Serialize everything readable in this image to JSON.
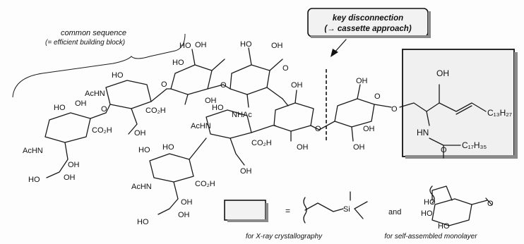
{
  "annotations": {
    "common_sequence_line1": "common sequence",
    "common_sequence_line2": "(= efficient building block)",
    "key_disconnection_line1": "key disconnection",
    "key_disconnection_line2": "(→ cassette approach)",
    "equals": "=",
    "and": "and",
    "caption_xray": "for X-ray crystallography",
    "caption_sam": "for self-assembled monolayer"
  },
  "atoms": {
    "ho": "HO",
    "oh": "OH",
    "o": "O",
    "co2h": "CO₂H",
    "achn": "AcHN",
    "nhac": "NHAc",
    "hn": "HN",
    "si": "Si",
    "c13h27": "C₁₃H₂₇",
    "c17h35": "C₁₇H₃₅"
  }
}
